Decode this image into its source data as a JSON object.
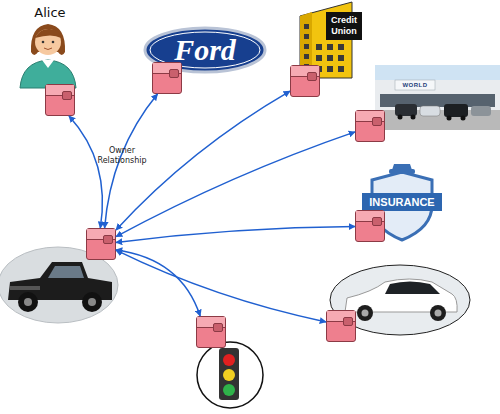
{
  "diagram": {
    "nodes": [
      {
        "text": [
          "Alice"
        ]
      },
      {
        "text": [
          "Ford"
        ]
      },
      {
        "text": [
          "Credit Union"
        ]
      },
      {
        "text": [
          "WORLD"
        ]
      },
      {
        "text": [
          "INSURANCE"
        ]
      },
      {
        "text": []
      },
      {
        "text": []
      },
      {
        "text": []
      }
    ],
    "edges": [
      {
        "from": 5,
        "to": 0,
        "arrow": "both",
        "label": "Owner Relationship"
      },
      {
        "from": 5,
        "to": 1,
        "arrow": "both"
      },
      {
        "from": 5,
        "to": 2,
        "arrow": "both"
      },
      {
        "from": 5,
        "to": 3,
        "arrow": "both"
      },
      {
        "from": 5,
        "to": 4,
        "arrow": "both"
      },
      {
        "from": 5,
        "to": 6,
        "arrow": "both"
      },
      {
        "from": 5,
        "to": 7,
        "arrow": "both"
      }
    ]
  }
}
